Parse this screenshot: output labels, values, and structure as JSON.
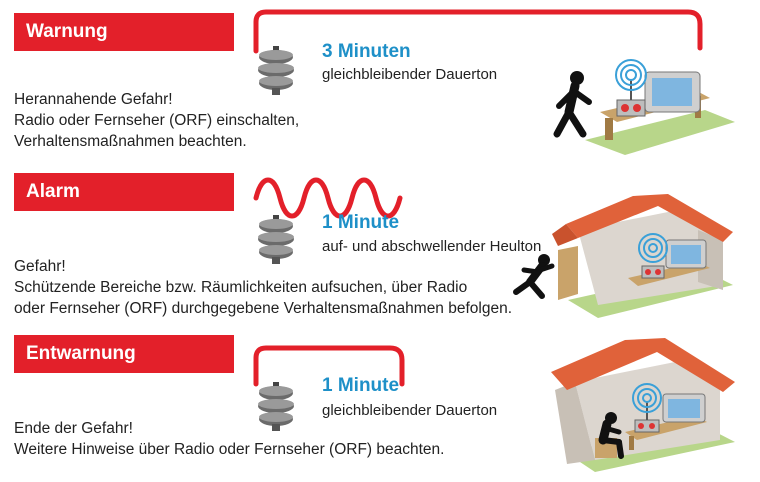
{
  "sections": [
    {
      "title": "Warnung",
      "duration": "3 Minuten",
      "tone": "gleichbleibender Dauerton",
      "description": [
        "Herannahende Gefahr!",
        "Radio oder Fernseher (ORF) einschalten,",
        "Verhaltensmaßnahmen beachten."
      ],
      "signal": "steady-signal",
      "scene": "person-walking-to-radio-outdoors"
    },
    {
      "title": "Alarm",
      "duration": "1 Minute",
      "tone": "auf- und abschwellender Heulton",
      "description": [
        "Gefahr!",
        "Schützende Bereiche bzw. Räumlichkeiten aufsuchen, über Radio",
        "oder Fernseher (ORF) durchgegebene Verhaltensmaßnahmen befolgen."
      ],
      "signal": "wave-signal",
      "scene": "person-running-into-house"
    },
    {
      "title": "Entwarnung",
      "duration": "1 Minute",
      "tone": "gleichbleibender Dauerton",
      "description": [
        "Ende der Gefahr!",
        "Weitere Hinweise über Radio oder Fernseher (ORF) beachten."
      ],
      "signal": "steady-signal",
      "scene": "person-sitting-in-house"
    }
  ],
  "colors": {
    "badge": "#e3202a",
    "signal": "#e3202a",
    "duration": "#1e90c8",
    "text": "#222222",
    "roof": "#e0623a",
    "wall": "#dcd6cf",
    "ground": "#b8d68a"
  },
  "icons": {
    "siren": "siren-icon",
    "radio_waves": "radio-waves-icon",
    "tv": "tv-icon",
    "radio": "radio-icon"
  }
}
